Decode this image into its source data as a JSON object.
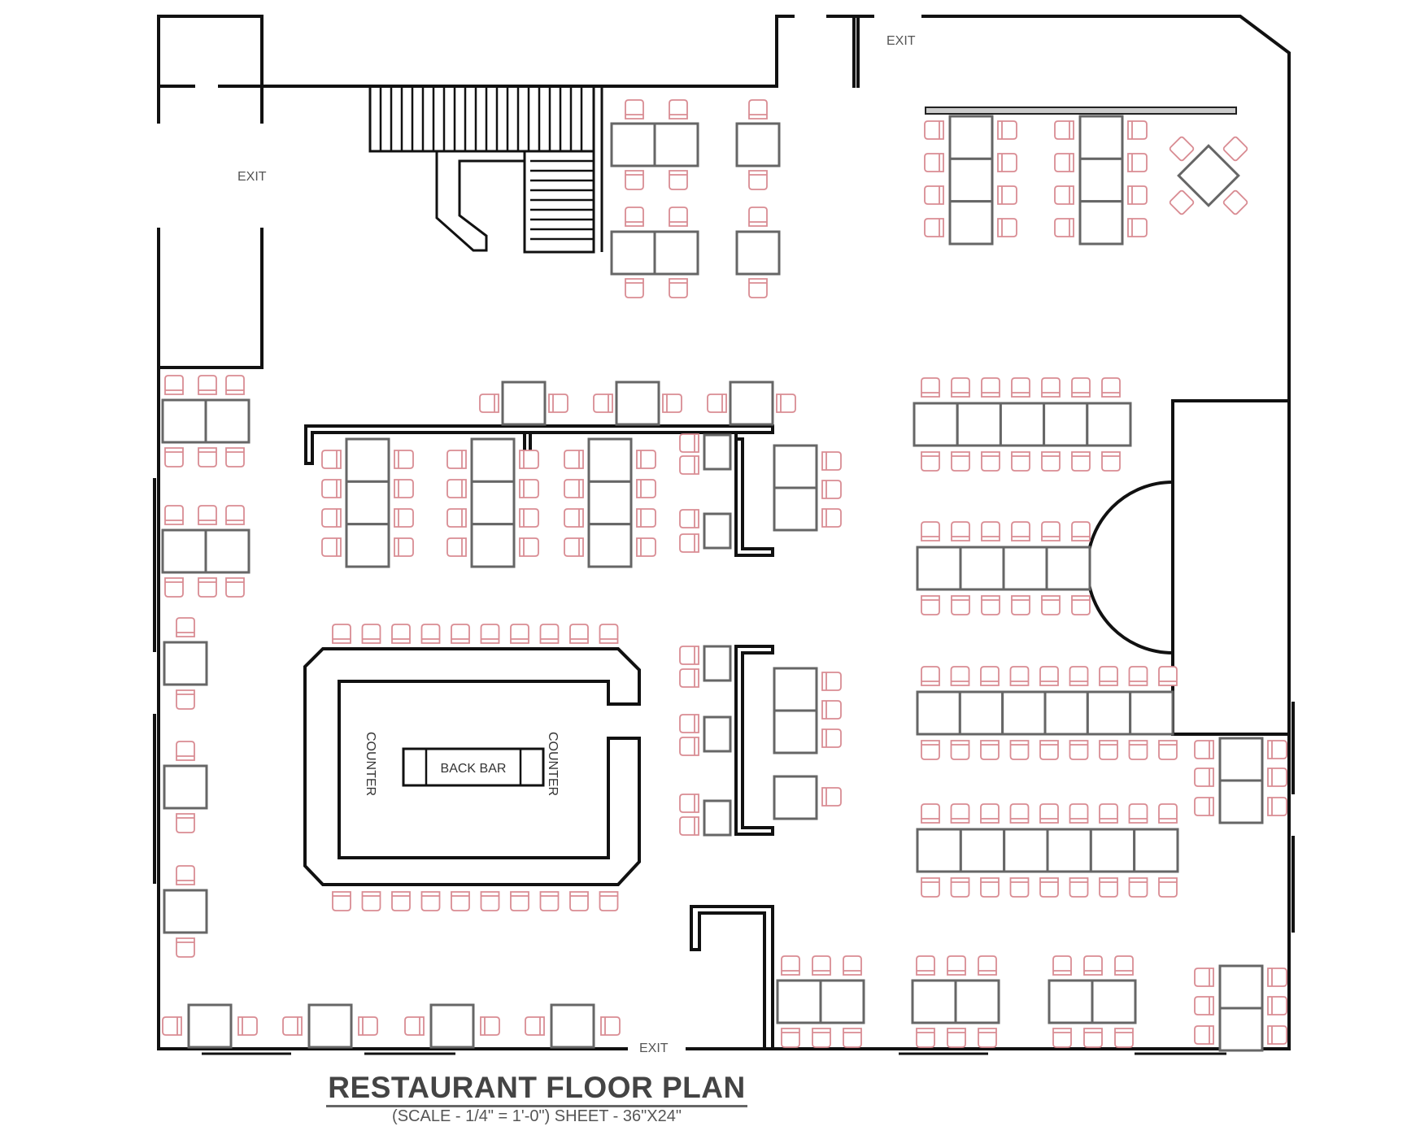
{
  "labels": {
    "exit_top": "EXIT",
    "exit_left": "EXIT",
    "exit_bottom": "EXIT",
    "counter_left": "COUNTER",
    "counter_right": "COUNTER",
    "back_bar": "BACK BAR"
  },
  "title": {
    "main": "RESTAURANT FLOOR PLAN",
    "sub": "(SCALE - 1/4\" = 1'-0\") SHEET - 36\"X24\""
  }
}
